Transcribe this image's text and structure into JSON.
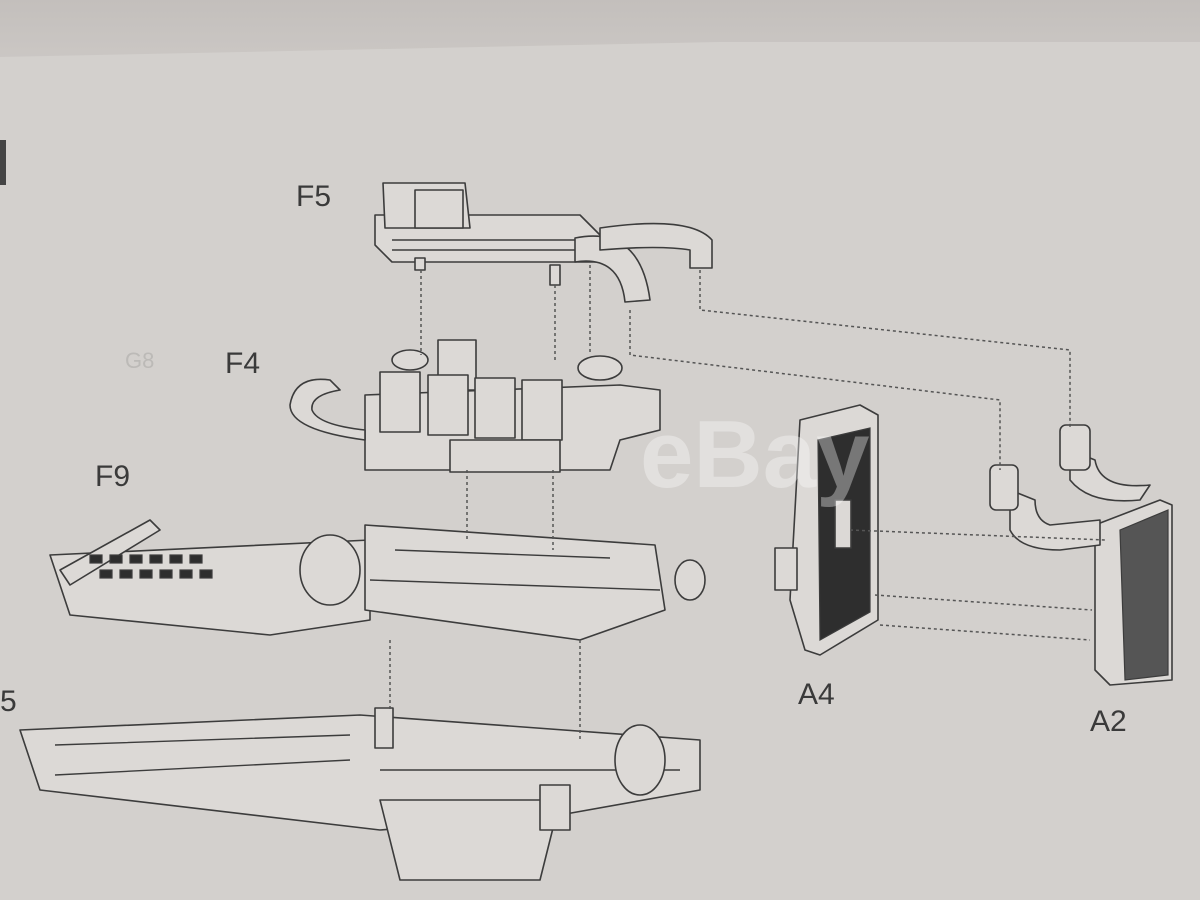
{
  "labels": {
    "f5": "F5",
    "f4": "F4",
    "f9": "F9",
    "partial": "5",
    "a4": "A4",
    "a2": "A2"
  },
  "watermark": "eBay",
  "ghost_text": "G8"
}
